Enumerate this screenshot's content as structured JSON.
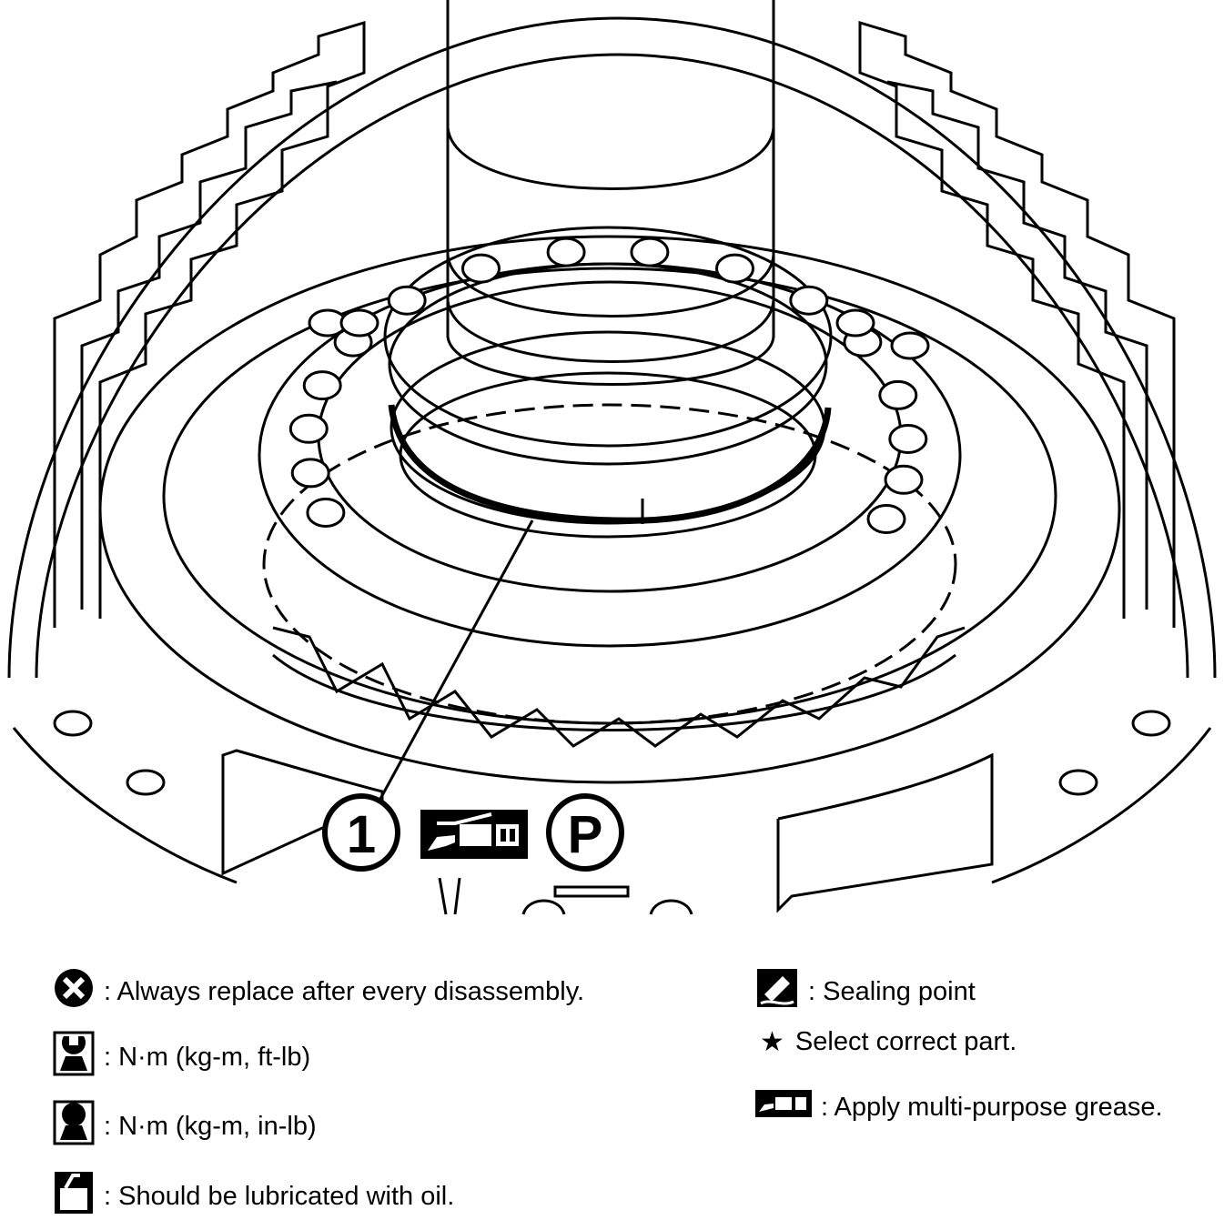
{
  "callouts": {
    "part_number": "1",
    "grease_symbol": "multi-purpose-grease-icon",
    "replace_symbol": "P"
  },
  "legend": {
    "always_replace": ": Always replace after every disassembly.",
    "nm_ftlb": ": N·m (kg-m, ft-lb)",
    "nm_inlb": ": N·m (kg-m, in-lb)",
    "lube_oil": ": Should be lubricated with oil.",
    "sealing_point": ": Sealing point",
    "select_part": "Select correct part.",
    "apply_grease": ": Apply multi-purpose grease."
  }
}
